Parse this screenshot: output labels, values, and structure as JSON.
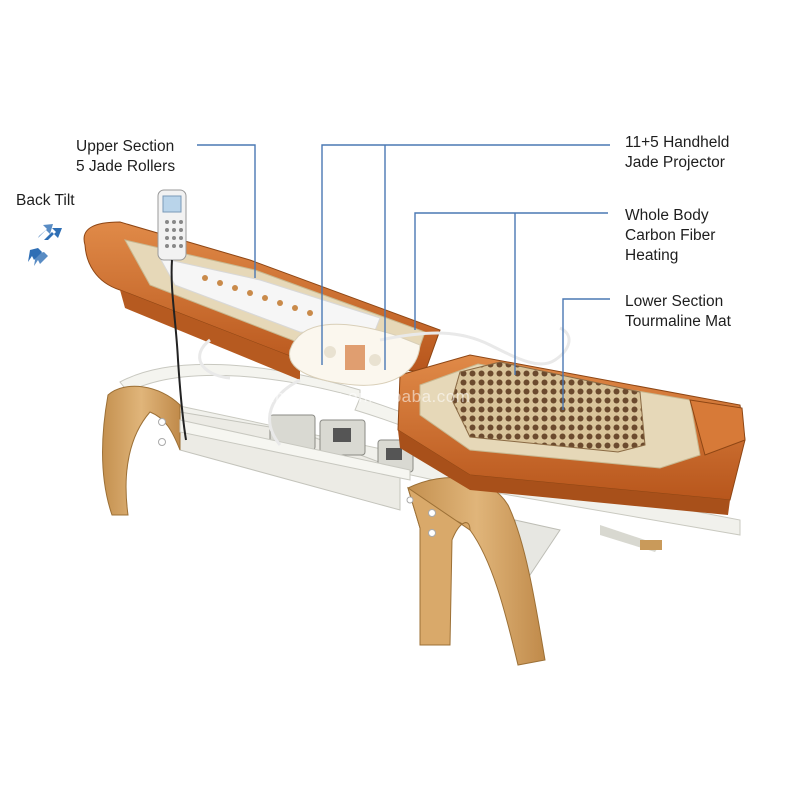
{
  "labels": {
    "upper_section": [
      "Upper Section",
      "5 Jade Rollers"
    ],
    "back_tilt": "Back Tilt",
    "projector": [
      "11+5 Handheld",
      "Jade Projector"
    ],
    "heating": [
      "Whole Body",
      "Carbon Fiber",
      "Heating"
    ],
    "lower_section": [
      "Lower Section",
      "Tourmaline Mat"
    ]
  },
  "watermark": "fuanmeiyang.en.alibaba.com",
  "colors": {
    "callout_line": "#4a78b4",
    "arrow_blue": "#2f6fb5",
    "leather_orange": "#cf6a2a",
    "leather_dark": "#a9521c",
    "wood": "#d4a266",
    "frame_white": "#eeeeea",
    "beige_panel": "#e6d8b8",
    "tourmaline_dot": "#6b4a2e"
  },
  "icons": [
    "back-tilt-arrows-icon"
  ]
}
